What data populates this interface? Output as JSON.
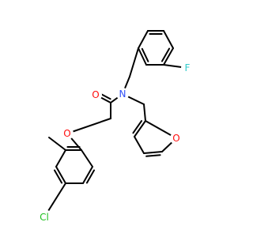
{
  "molecule": {
    "atoms": {
      "F": "F",
      "N": "N",
      "O_carbonyl": "O",
      "O_ether": "O",
      "O_furan": "O",
      "Cl": "Cl"
    },
    "colors": {
      "bond": "#000000",
      "F": "#33cccc",
      "N": "#3050f8",
      "O": "#ff0d0d",
      "Cl": "#1fc01f",
      "background": "#ffffff"
    }
  }
}
